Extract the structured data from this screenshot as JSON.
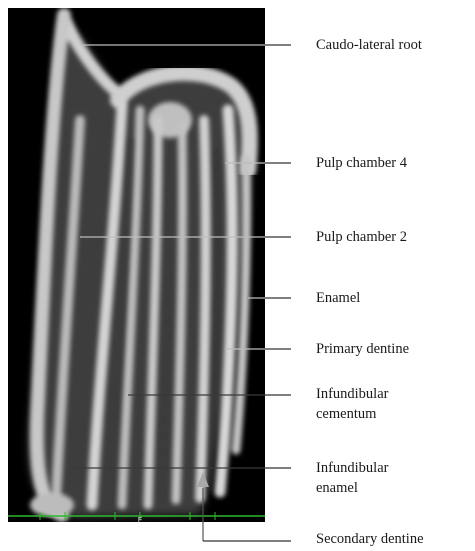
{
  "colors": {
    "panel_background": "#000000",
    "tooth_gray": "#cfcfcf",
    "scale_green": "#2fb82f",
    "leader_on_panel": "#bdbdbd",
    "leader_off_panel": "#333333",
    "label_text": "#1a1a1a"
  },
  "scale_bar": {
    "marker_text": "F"
  },
  "labels": {
    "caudo_lateral_root": "Caudo-lateral root",
    "pulp_chamber_4": "Pulp chamber 4",
    "pulp_chamber_2": "Pulp chamber 2",
    "enamel": "Enamel",
    "primary_dentine": "Primary dentine",
    "infundibular_cementum_line1": "Infundibular",
    "infundibular_cementum_line2": "cementum",
    "infundibular_enamel_line1": "Infundibular",
    "infundibular_enamel_line2": "enamel",
    "secondary_dentine": "Secondary dentine"
  }
}
